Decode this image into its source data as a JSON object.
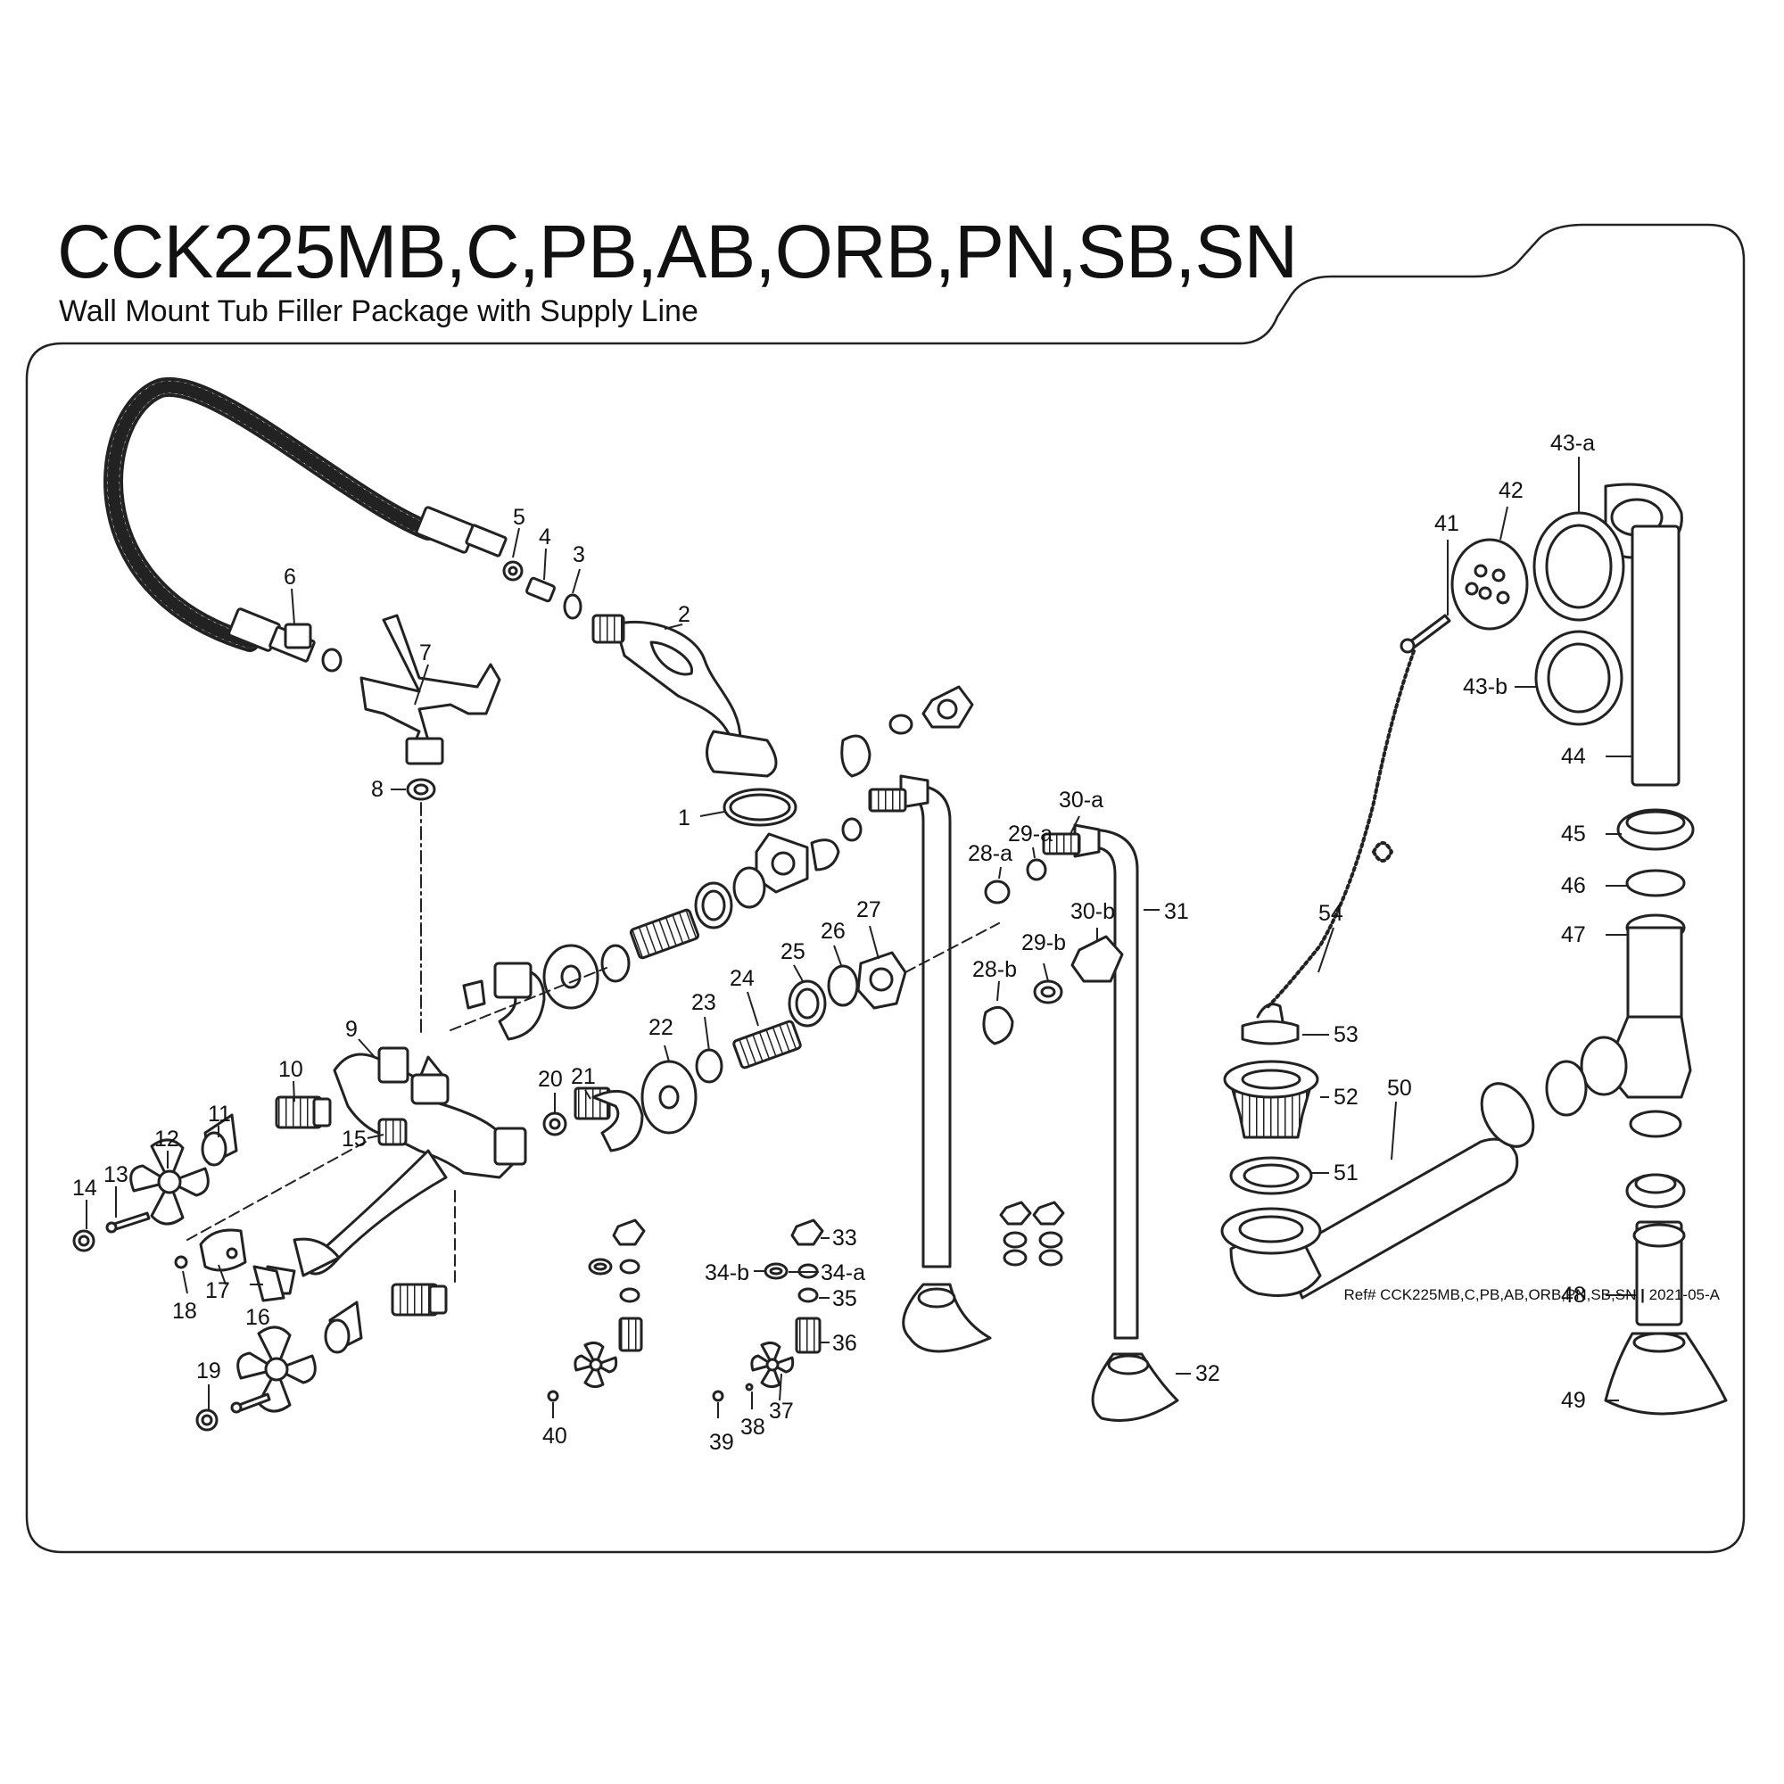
{
  "header": {
    "title": "CCK225MB,C,PB,AB,ORB,PN,SB,SN",
    "subtitle": "Wall Mount Tub Filler Package with Supply Line"
  },
  "footer": {
    "ref_prefix": "Ref# CCK225MB,C,PB,AB,ORB,PN,SB,SN",
    "separator": "|",
    "revision": "2021-05-A"
  },
  "callouts": {
    "c1": "1",
    "c2": "2",
    "c3": "3",
    "c4": "4",
    "c5": "5",
    "c6": "6",
    "c7": "7",
    "c8": "8",
    "c9": "9",
    "c10": "10",
    "c11": "11",
    "c12": "12",
    "c13": "13",
    "c14": "14",
    "c15": "15",
    "c16": "16",
    "c17": "17",
    "c18": "18",
    "c19": "19",
    "c20": "20",
    "c21": "21",
    "c22": "22",
    "c23": "23",
    "c24": "24",
    "c25": "25",
    "c26": "26",
    "c27": "27",
    "c28a": "28-a",
    "c28b": "28-b",
    "c29a": "29-a",
    "c29b": "29-b",
    "c30a": "30-a",
    "c30b": "30-b",
    "c31": "31",
    "c32": "32",
    "c33": "33",
    "c34a": "34-a",
    "c34b": "34-b",
    "c35": "35",
    "c36": "36",
    "c37": "37",
    "c38": "38",
    "c39": "39",
    "c40": "40",
    "c41": "41",
    "c42": "42",
    "c43a": "43-a",
    "c43b": "43-b",
    "c44": "44",
    "c45": "45",
    "c46": "46",
    "c47": "47",
    "c48": "48",
    "c49": "49",
    "c50": "50",
    "c51": "51",
    "c52": "52",
    "c53": "53",
    "c54": "54"
  },
  "colors": {
    "line": "#222222",
    "fill": "#ffffff"
  }
}
